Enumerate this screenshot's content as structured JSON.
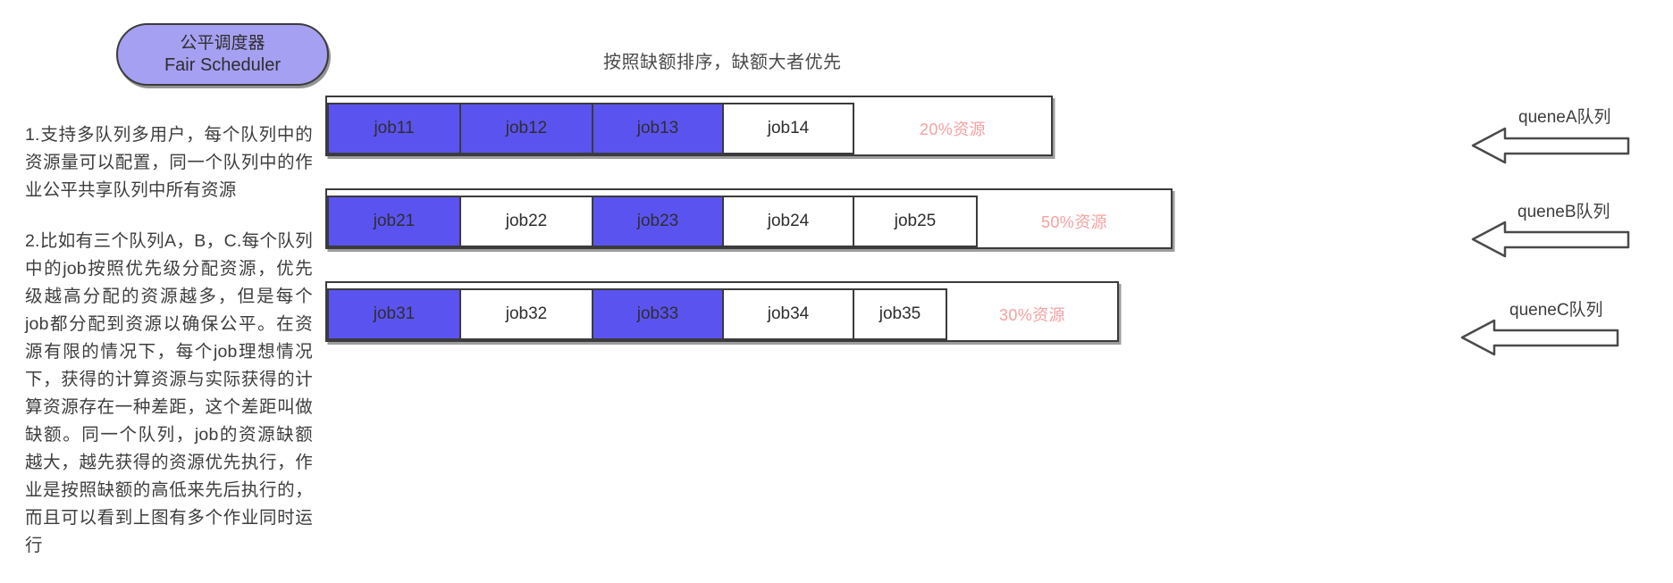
{
  "capsule": {
    "line_cn": "公平调度器",
    "line_en": "Fair Scheduler",
    "fill_color": "#a6a0f2"
  },
  "heading": {
    "text": "按照缺额排序，缺额大者优先"
  },
  "description": {
    "paragraphs": [
      "1.支持多队列多用户，每个队列中的资源量可以配置，同一个队列中的作业公平共享队列中所有资源",
      "2.比如有三个队列A，B，C.每个队列中的job按照优先级分配资源，优先级越高分配的资源越多，但是每个job都分配到资源以确保公平。在资源有限的情况下，每个job理想情况下，获得的计算资源与实际获得的计算资源存在一种差距，这个差距叫做缺额。同一个队列，job的资源缺额越大，越先获得的资源优先执行，作业是按照缺额的高低来先后执行的，而且可以看到上图有多个作业同时运行"
    ]
  },
  "legend_colors": {
    "running_job": "#5b53f0",
    "waiting_job": "#ffffff",
    "free_resource_text": "#f7a0a0",
    "border": "#3b3b3b"
  },
  "queues": [
    {
      "name": "queneA队列",
      "free_label": "20%资源",
      "jobs": [
        {
          "label": "job11",
          "state": "running",
          "width": 150
        },
        {
          "label": "job12",
          "state": "running",
          "width": 150
        },
        {
          "label": "job13",
          "state": "running",
          "width": 148
        },
        {
          "label": "job14",
          "state": "waiting",
          "width": 148
        }
      ]
    },
    {
      "name": "queneB队列",
      "free_label": "50%资源",
      "jobs": [
        {
          "label": "job21",
          "state": "running",
          "width": 150
        },
        {
          "label": "job22",
          "state": "waiting",
          "width": 150
        },
        {
          "label": "job23",
          "state": "running",
          "width": 148
        },
        {
          "label": "job24",
          "state": "waiting",
          "width": 148
        },
        {
          "label": "job25",
          "state": "waiting",
          "width": 140
        }
      ]
    },
    {
      "name": "queneC队列",
      "free_label": "30%资源",
      "jobs": [
        {
          "label": "job31",
          "state": "running",
          "width": 150
        },
        {
          "label": "job32",
          "state": "waiting",
          "width": 150
        },
        {
          "label": "job33",
          "state": "running",
          "width": 148
        },
        {
          "label": "job34",
          "state": "waiting",
          "width": 148
        },
        {
          "label": "job35",
          "state": "waiting",
          "width": 106
        }
      ]
    }
  ]
}
